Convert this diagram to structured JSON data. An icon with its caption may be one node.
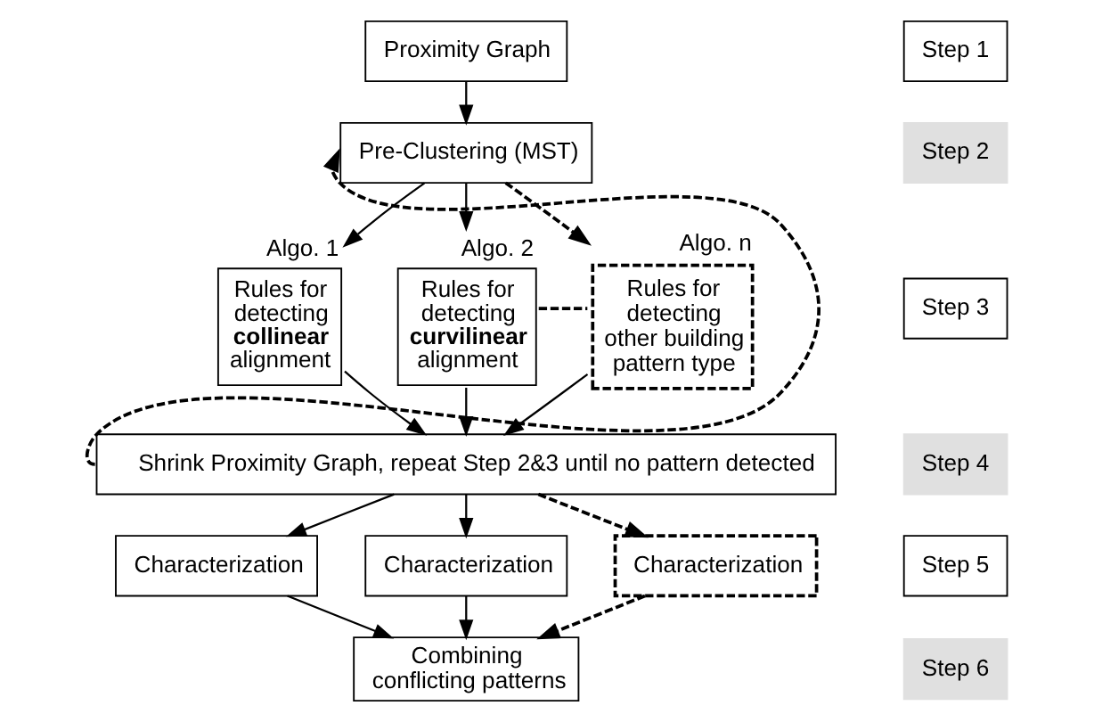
{
  "diagram": {
    "nodes": [
      {
        "text": [
          "Proximity Graph"
        ]
      },
      {
        "text": [
          "Pre-Clustering (MST)"
        ]
      },
      {
        "text": [
          "Rules for detecting **collinear** alignment"
        ],
        "beside": [
          "Algo. 1"
        ]
      },
      {
        "text": [
          "Rules for detecting **curvilinear** alignment"
        ],
        "beside": [
          "Algo. 2"
        ]
      },
      {
        "text": [
          "Rules for detecting other building pattern type"
        ],
        "beside": [
          "Algo. n"
        ]
      },
      {
        "text": [
          "Shrink Proximity Graph, repeat Step 2&3 until no pattern detected"
        ]
      },
      {
        "text": [
          "Characterization"
        ]
      },
      {
        "text": [
          "Characterization"
        ]
      },
      {
        "text": [
          "Characterization"
        ]
      },
      {
        "text": [
          "Combining conflicting patterns"
        ]
      }
    ],
    "edges": [
      {
        "from": 0,
        "to": 1,
        "arrow": "to"
      },
      {
        "from": 1,
        "to": 2,
        "arrow": "to"
      },
      {
        "from": 1,
        "to": 3,
        "arrow": "to"
      },
      {
        "from": 1,
        "to": 4,
        "arrow": "to",
        "style": "dashed"
      },
      {
        "from": 3,
        "to": 4,
        "arrow": "none",
        "style": "dashed"
      },
      {
        "from": 2,
        "to": 5,
        "arrow": "to"
      },
      {
        "from": 3,
        "to": 5,
        "arrow": "to"
      },
      {
        "from": 4,
        "to": 5,
        "arrow": "to"
      },
      {
        "from": 5,
        "to": 1,
        "arrow": "to",
        "style": "dashed"
      },
      {
        "from": 5,
        "to": 6,
        "arrow": "to"
      },
      {
        "from": 5,
        "to": 7,
        "arrow": "to"
      },
      {
        "from": 5,
        "to": 8,
        "arrow": "to",
        "style": "dashed"
      },
      {
        "from": 6,
        "to": 9,
        "arrow": "to"
      },
      {
        "from": 7,
        "to": 9,
        "arrow": "to"
      },
      {
        "from": 8,
        "to": 9,
        "arrow": "to",
        "style": "dashed"
      }
    ],
    "labels": [
      "Step 1",
      "Step 2",
      "Step 3",
      "Step 4",
      "Step 5",
      "Step 6"
    ]
  }
}
